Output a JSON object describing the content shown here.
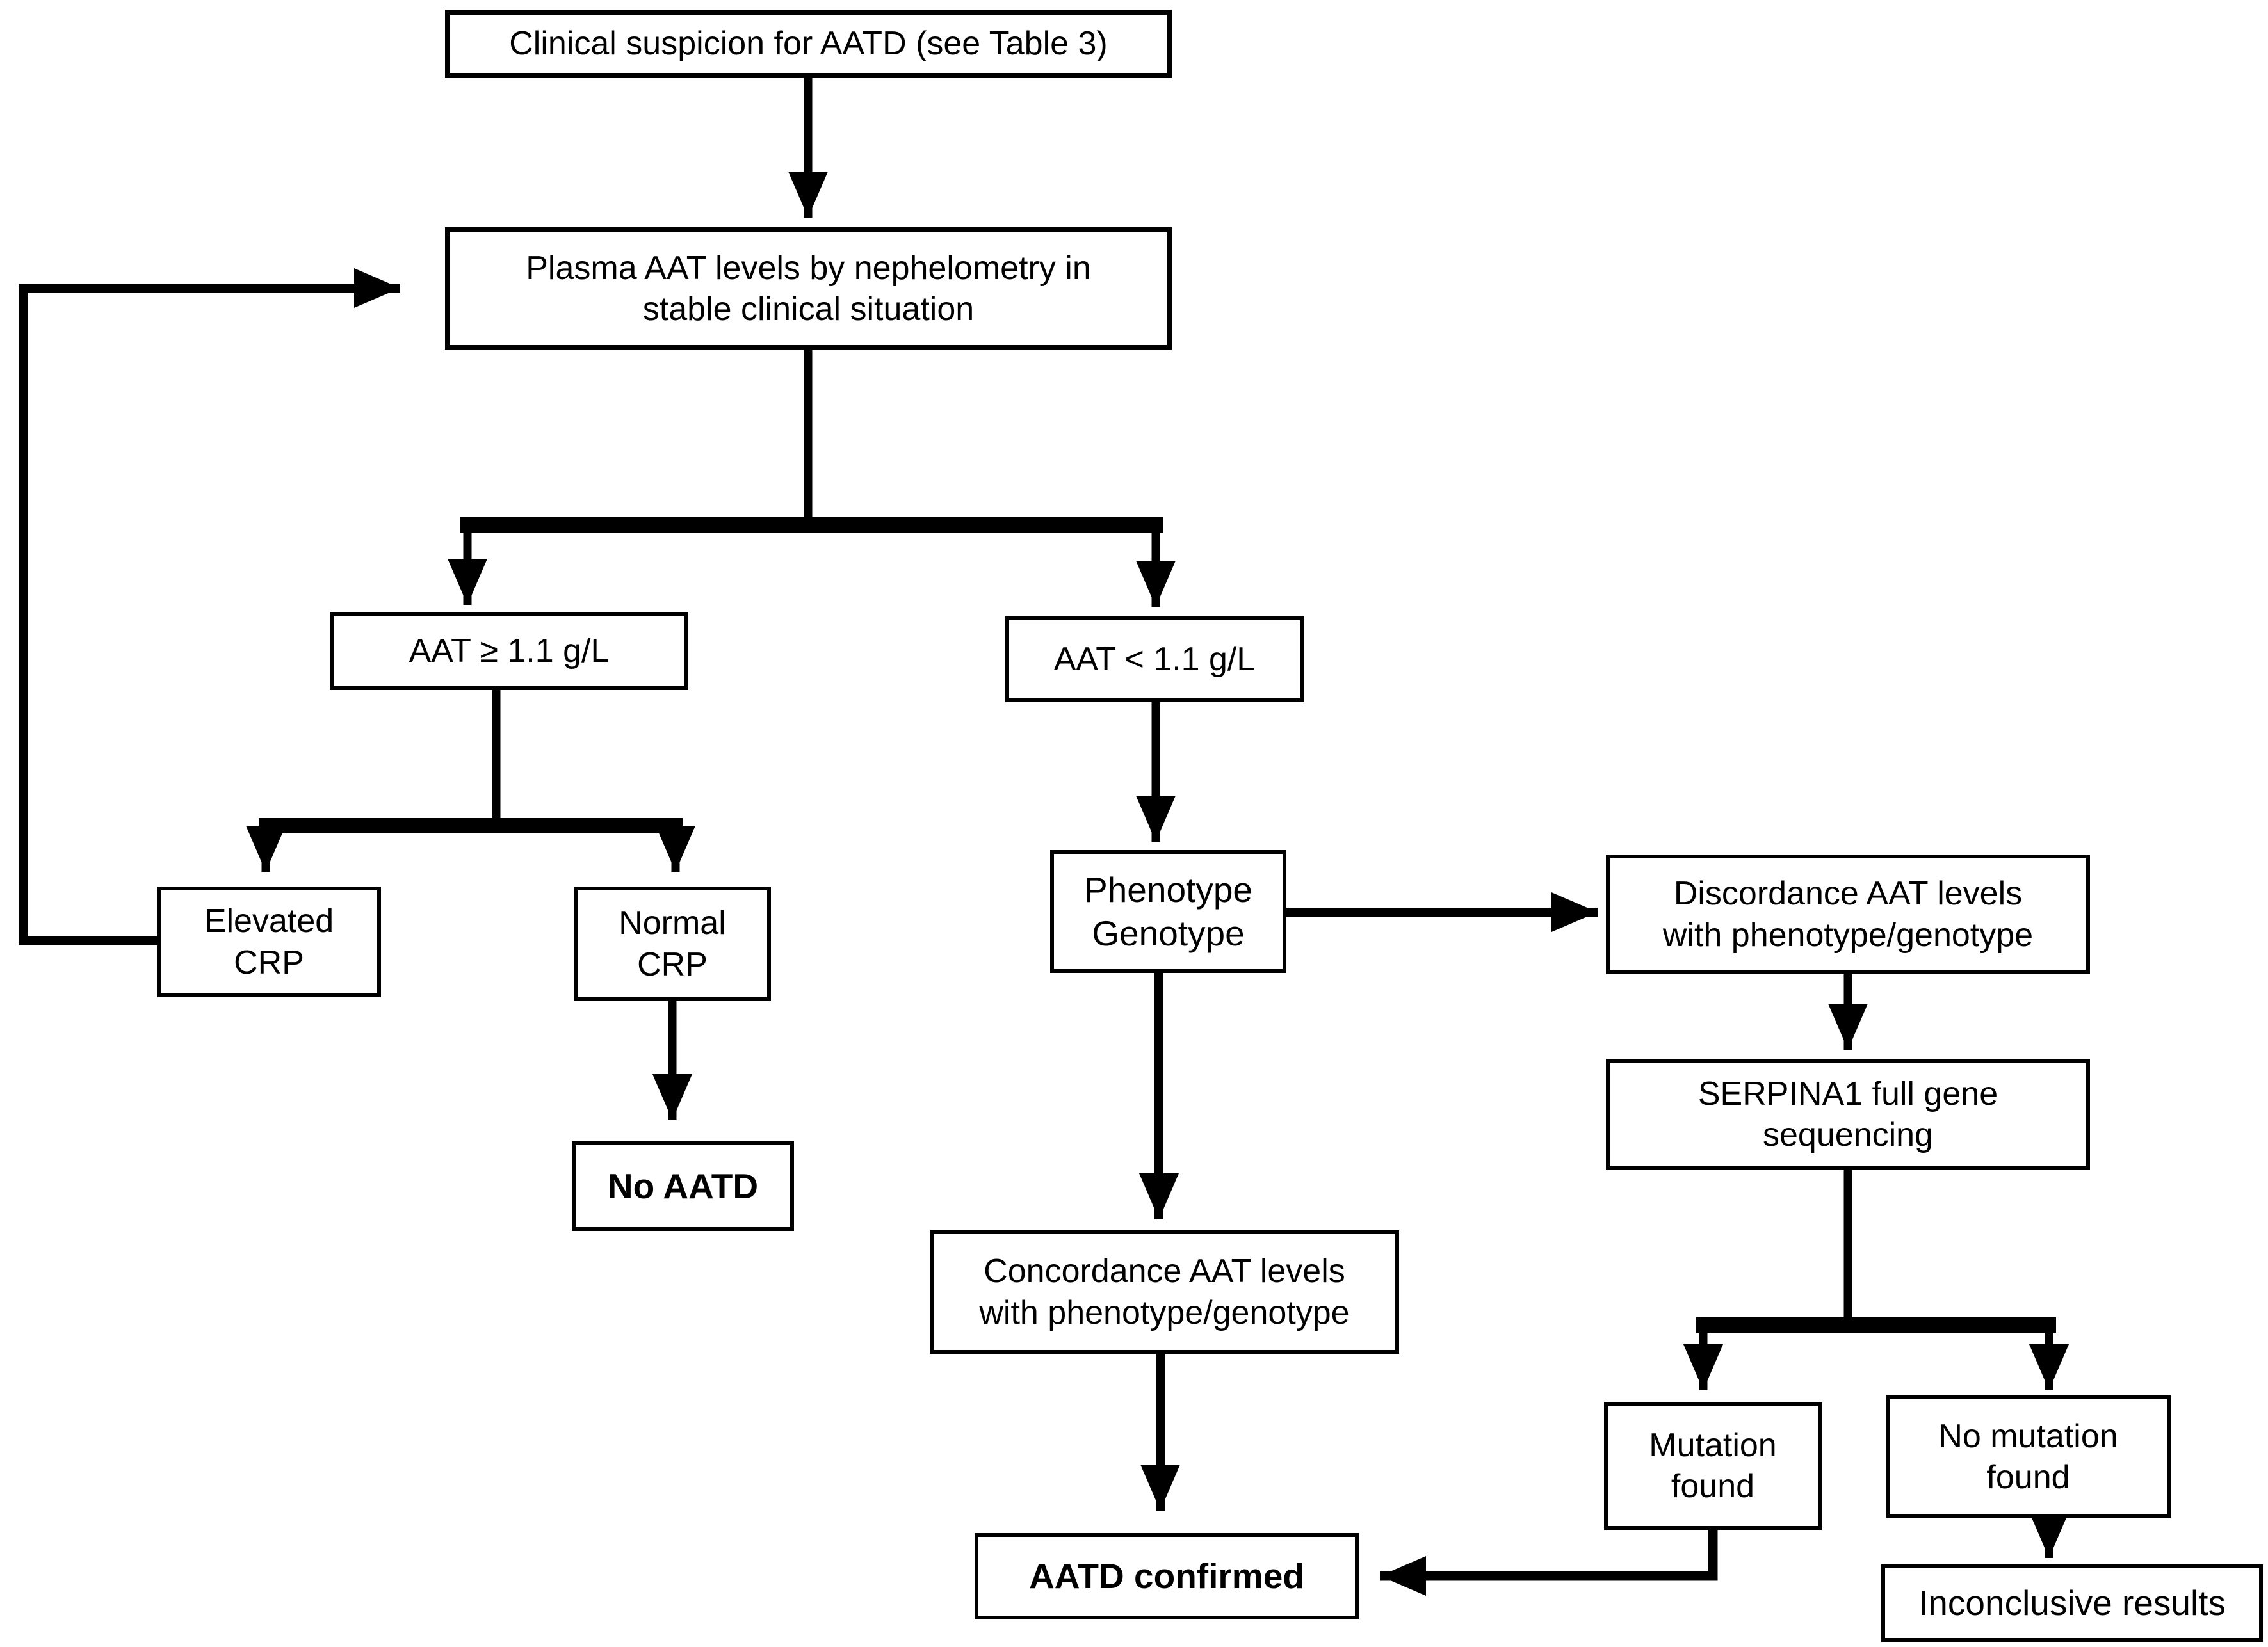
{
  "diagram": {
    "kind": "flowchart",
    "background_color": "#ffffff",
    "line_color": "#000000",
    "box_border_color": "#000000",
    "text_color": "#000000",
    "nodes": {
      "clinical": {
        "label": "Clinical suspicion for AATD (see Table 3)"
      },
      "plasma": {
        "label": "Plasma AAT levels by nephelometry in\nstable clinical situation"
      },
      "aat_high": {
        "label": "AAT ≥ 1.1 g/L"
      },
      "aat_low": {
        "label": "AAT < 1.1 g/L"
      },
      "elevated_crp": {
        "label": "Elevated\nCRP"
      },
      "normal_crp": {
        "label": "Normal\nCRP"
      },
      "no_aatd": {
        "label": "No AATD",
        "emphasis": "bold"
      },
      "phenotype": {
        "label": "Phenotype\nGenotype"
      },
      "discordance": {
        "label": "Discordance AAT levels\nwith phenotype/genotype"
      },
      "serpina1": {
        "label": "SERPINA1 full gene\nsequencing"
      },
      "concordance": {
        "label": "Concordance AAT levels\nwith phenotype/genotype"
      },
      "aatd_confirmed": {
        "label": "AATD confirmed",
        "emphasis": "bold"
      },
      "mutation_found": {
        "label": "Mutation\nfound"
      },
      "no_mutation_found": {
        "label": "No mutation\nfound"
      },
      "inconclusive": {
        "label": "Inconclusive results"
      }
    },
    "edges": [
      {
        "from": "clinical",
        "to": "plasma"
      },
      {
        "from": "plasma",
        "to": "aat_high"
      },
      {
        "from": "plasma",
        "to": "aat_low"
      },
      {
        "from": "aat_high",
        "to": "elevated_crp"
      },
      {
        "from": "aat_high",
        "to": "normal_crp"
      },
      {
        "from": "elevated_crp",
        "to": "plasma",
        "note": "loop back"
      },
      {
        "from": "normal_crp",
        "to": "no_aatd"
      },
      {
        "from": "aat_low",
        "to": "phenotype"
      },
      {
        "from": "phenotype",
        "to": "discordance"
      },
      {
        "from": "phenotype",
        "to": "concordance"
      },
      {
        "from": "discordance",
        "to": "serpina1"
      },
      {
        "from": "serpina1",
        "to": "mutation_found"
      },
      {
        "from": "serpina1",
        "to": "no_mutation_found"
      },
      {
        "from": "concordance",
        "to": "aatd_confirmed"
      },
      {
        "from": "mutation_found",
        "to": "aatd_confirmed"
      },
      {
        "from": "no_mutation_found",
        "to": "inconclusive"
      }
    ]
  }
}
